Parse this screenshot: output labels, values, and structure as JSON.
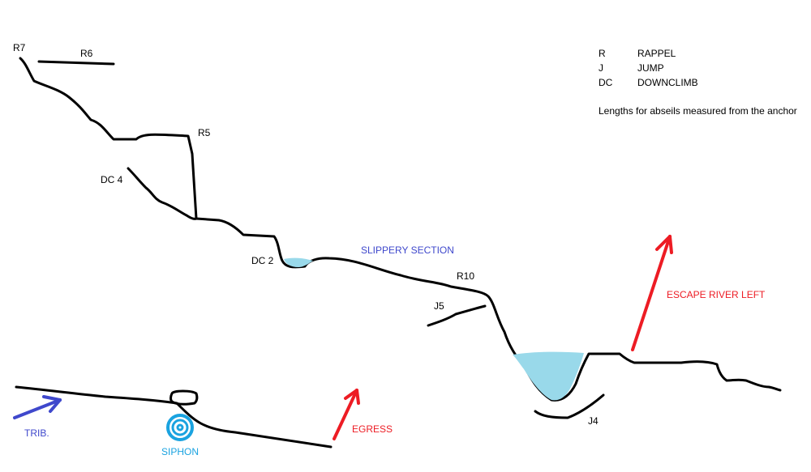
{
  "colors": {
    "line": "#000000",
    "water": "#99d9ea",
    "trib": "#3f48cc",
    "escape": "#ed1c24",
    "siphon": "#1aa3e0"
  },
  "labels": {
    "r7": "R7",
    "r6": "R6",
    "r5": "R5",
    "dc4": "DC 4",
    "dc2": "DC 2",
    "slippery": "SLIPPERY SECTION",
    "r10": "R10",
    "j5": "J5",
    "j4": "J4",
    "escape_river_left": "ESCAPE RIVER LEFT",
    "egress": "EGRESS",
    "trib": "TRIB.",
    "siphon": "SIPHON"
  },
  "legend": {
    "items": [
      {
        "key": "R",
        "value": "RAPPEL"
      },
      {
        "key": "J",
        "value": "JUMP"
      },
      {
        "key": "DC",
        "value": "DOWNCLIMB"
      }
    ],
    "note": "Lengths for abseils measured from the anchor"
  }
}
